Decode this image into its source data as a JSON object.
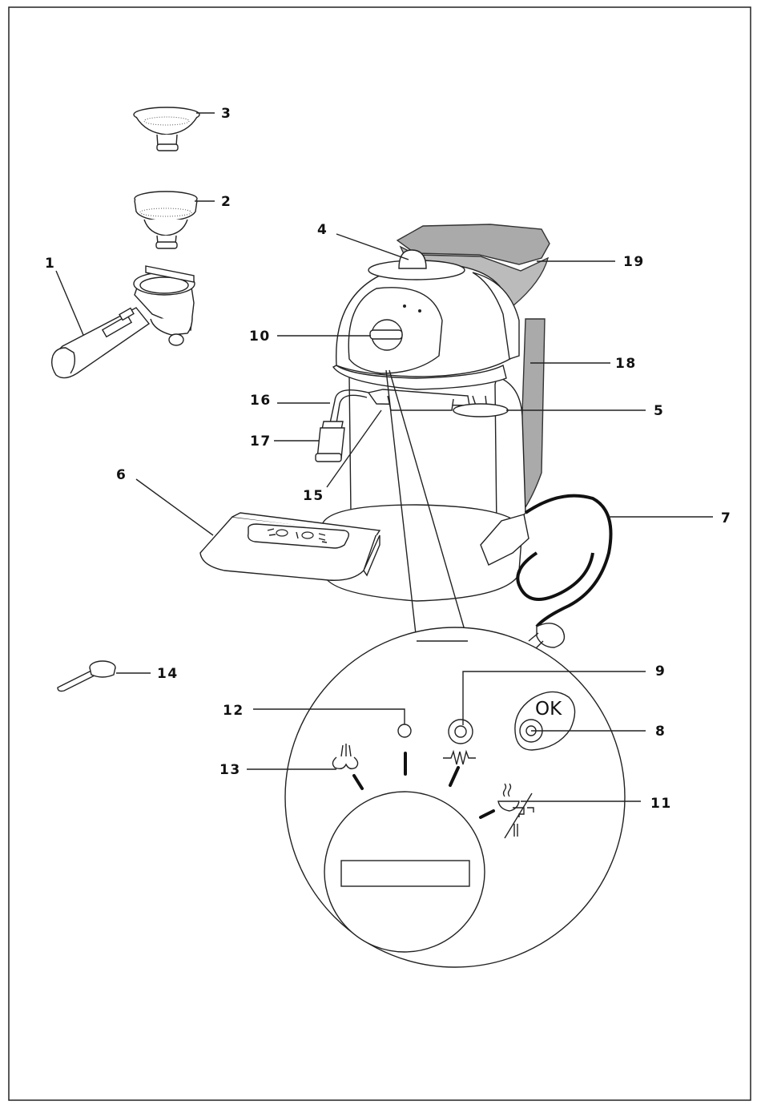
{
  "diagram": {
    "labels": {
      "l1": "1",
      "l2": "2",
      "l3": "3",
      "l4": "4",
      "l5": "5",
      "l6": "6",
      "l7": "7",
      "l8": "8",
      "l9": "9",
      "l10": "10",
      "l11": "11",
      "l12": "12",
      "l13": "13",
      "l14": "14",
      "l15": "15",
      "l16": "16",
      "l17": "17",
      "l18": "18",
      "l19": "19"
    },
    "panel": {
      "ok_text": "OK"
    },
    "colors": {
      "tank_grey": "#aaaaaa",
      "outline": "#222222",
      "background": "#ffffff"
    }
  }
}
